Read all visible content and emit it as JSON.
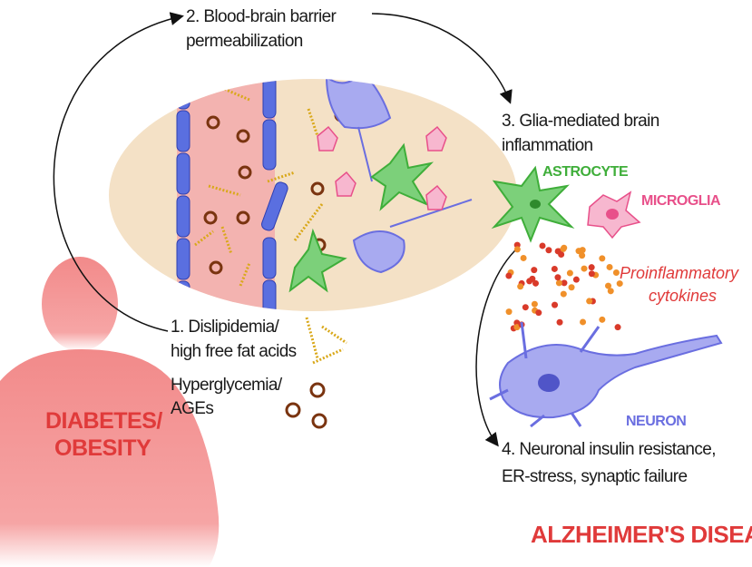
{
  "steps": {
    "step2_line1": "2. Blood-brain barrier",
    "step2_line2": "permeabilization",
    "step3_line1": "3. Glia-mediated brain",
    "step3_line2": "inflammation",
    "step1_line1": "1. Dislipidemia/",
    "step1_line2": "high free fat acids",
    "step1_line3": "Hyperglycemia/",
    "step1_line4": "AGEs",
    "step4_line1": "4. Neuronal insulin resistance,",
    "step4_line2": "ER-stress, synaptic failure"
  },
  "cells": {
    "astrocyte": "ASTROCYTE",
    "microglia": "MICROGLIA",
    "neuron": "NEURON"
  },
  "cytokines": {
    "line1": "Proinflammatory",
    "line2": "cytokines"
  },
  "condition": {
    "line1": "DIABETES/",
    "line2": "OBESITY"
  },
  "outcome": "ALZHEIMER'S DISEASE",
  "colors": {
    "astrocyte": "#3fae3a",
    "microglia": "#e8508a",
    "neuron": "#6a6ee0",
    "red": "#e03a3a",
    "silhouette": "#f28a8a",
    "ellipse": "#f4e1c6",
    "vessel": "#f3b3b0",
    "vessel_wall": "#5a6fe0"
  }
}
